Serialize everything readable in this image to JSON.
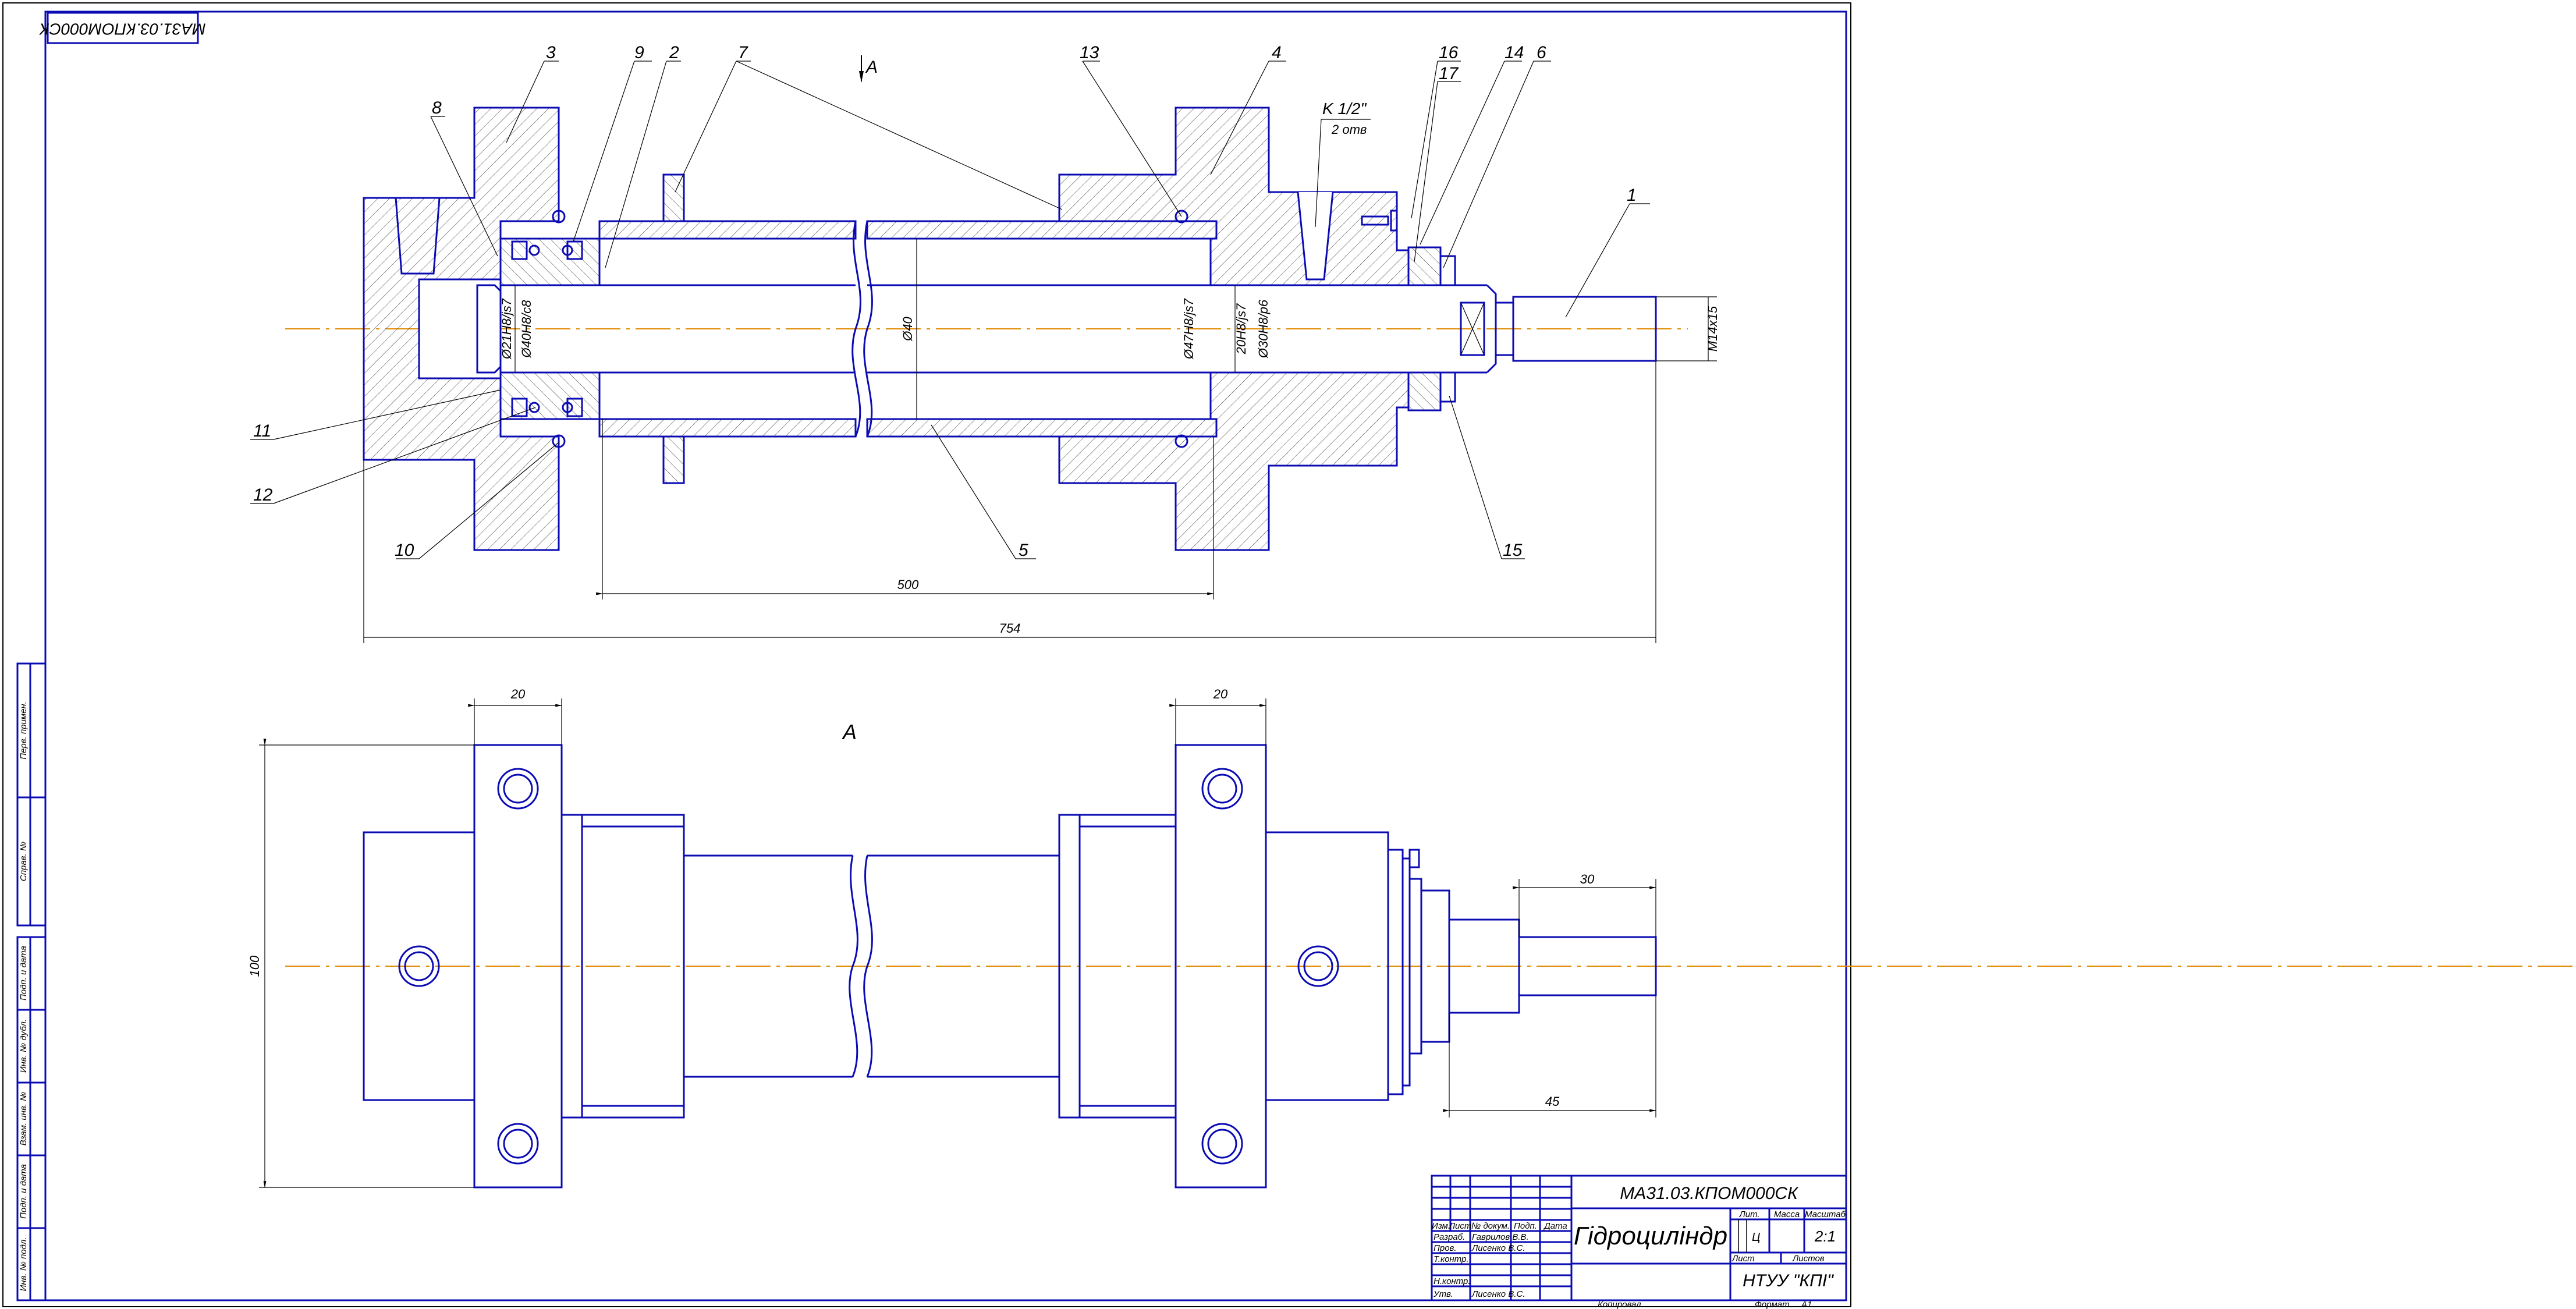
{
  "stamp": {
    "code_rotated": "МА31.03.КПОМ000СК"
  },
  "section_view": {
    "view_marker": "A",
    "part_labels": [
      "1",
      "2",
      "3",
      "4",
      "5",
      "6",
      "7",
      "8",
      "9",
      "10",
      "11",
      "12",
      "13",
      "14",
      "15",
      "16",
      "17"
    ],
    "dimensions": {
      "d1": "Ø21H8/js7",
      "d2": "Ø40H8/c8",
      "d3": "Ø40",
      "d4": "Ø47H8/js7",
      "d5": "20H8/js7",
      "d6": "Ø30H8/p6",
      "thread": "M14x15",
      "port": "K 1/2\"",
      "port_count": "2 отв",
      "stroke": "500",
      "overall": "754"
    }
  },
  "view_a": {
    "label": "A",
    "dimensions": {
      "flange_left": "20",
      "flange_right": "20",
      "height": "100",
      "thread_len": "30",
      "rod_len": "45"
    }
  },
  "side_table": [
    "Перв. примен.",
    "Справ. №",
    "Подп. и дата",
    "Инв. № дубл.",
    "Взам. инв. №",
    "Подп. и дата",
    "Инв. № подл."
  ],
  "title_block": {
    "doc_code": "МА31.03.КПОМ000СК",
    "title": "Гідроцилiндр",
    "headers": [
      "Изм.",
      "Лист",
      "№ докум.",
      "Подп.",
      "Дата"
    ],
    "roles": [
      {
        "role": "Разраб.",
        "name": "Гаврилов В.В."
      },
      {
        "role": "Пров.",
        "name": "Лисенко В.С."
      },
      {
        "role": "Т.контр.",
        "name": ""
      },
      {
        "role": "",
        "name": ""
      },
      {
        "role": "Н.контр.",
        "name": ""
      },
      {
        "role": "Утв.",
        "name": "Лисенко В.С."
      }
    ],
    "lit_label": "Лит.",
    "mass_label": "Масса",
    "scale_label": "Масштаб",
    "lit_value": "Ц",
    "scale_value": "2:1",
    "sheet_label": "Лист",
    "sheets_label": "Листов",
    "organization": "НТУУ \"КПІ\"",
    "copied": "Копировал",
    "format_label": "Формат",
    "format_value": "A1"
  },
  "colors": {
    "outline": "#0b0bb4",
    "centerline": "#e08a00",
    "text": "#000000"
  }
}
